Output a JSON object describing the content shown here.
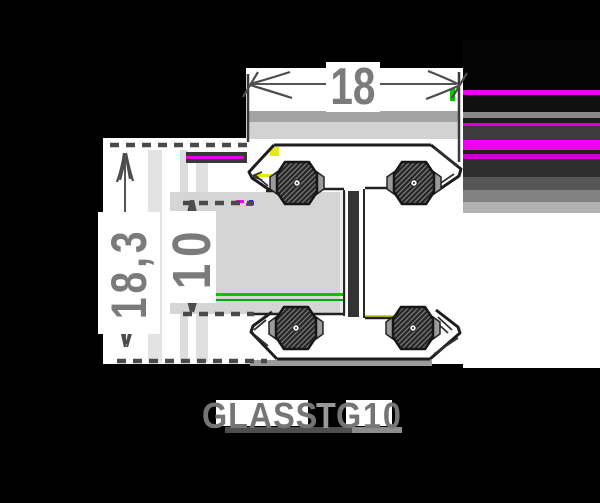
{
  "drawing": {
    "type": "profile-cross-section",
    "dimensions": {
      "width": {
        "value": "18",
        "orientation": "horizontal"
      },
      "height": {
        "value": "18,3",
        "orientation": "vertical"
      },
      "glass_thickness": {
        "value": "10",
        "orientation": "vertical"
      }
    },
    "caption": {
      "series": "GLASS",
      "divider": "T",
      "code": "G10"
    },
    "gasket_count": 4
  },
  "colors": {
    "background": "#000000",
    "paper": "#ffffff",
    "line": "#1e1e1e",
    "dim_line": "#555555",
    "dim_text": "#7b7b7b",
    "glass_fill": "#d5d5d5",
    "gasket_fill": "#2a2a2a",
    "caption_text": "#757575",
    "artifact_magenta": "#f000f0",
    "artifact_green": "#00c400",
    "artifact_yellow": "#e0e000"
  }
}
